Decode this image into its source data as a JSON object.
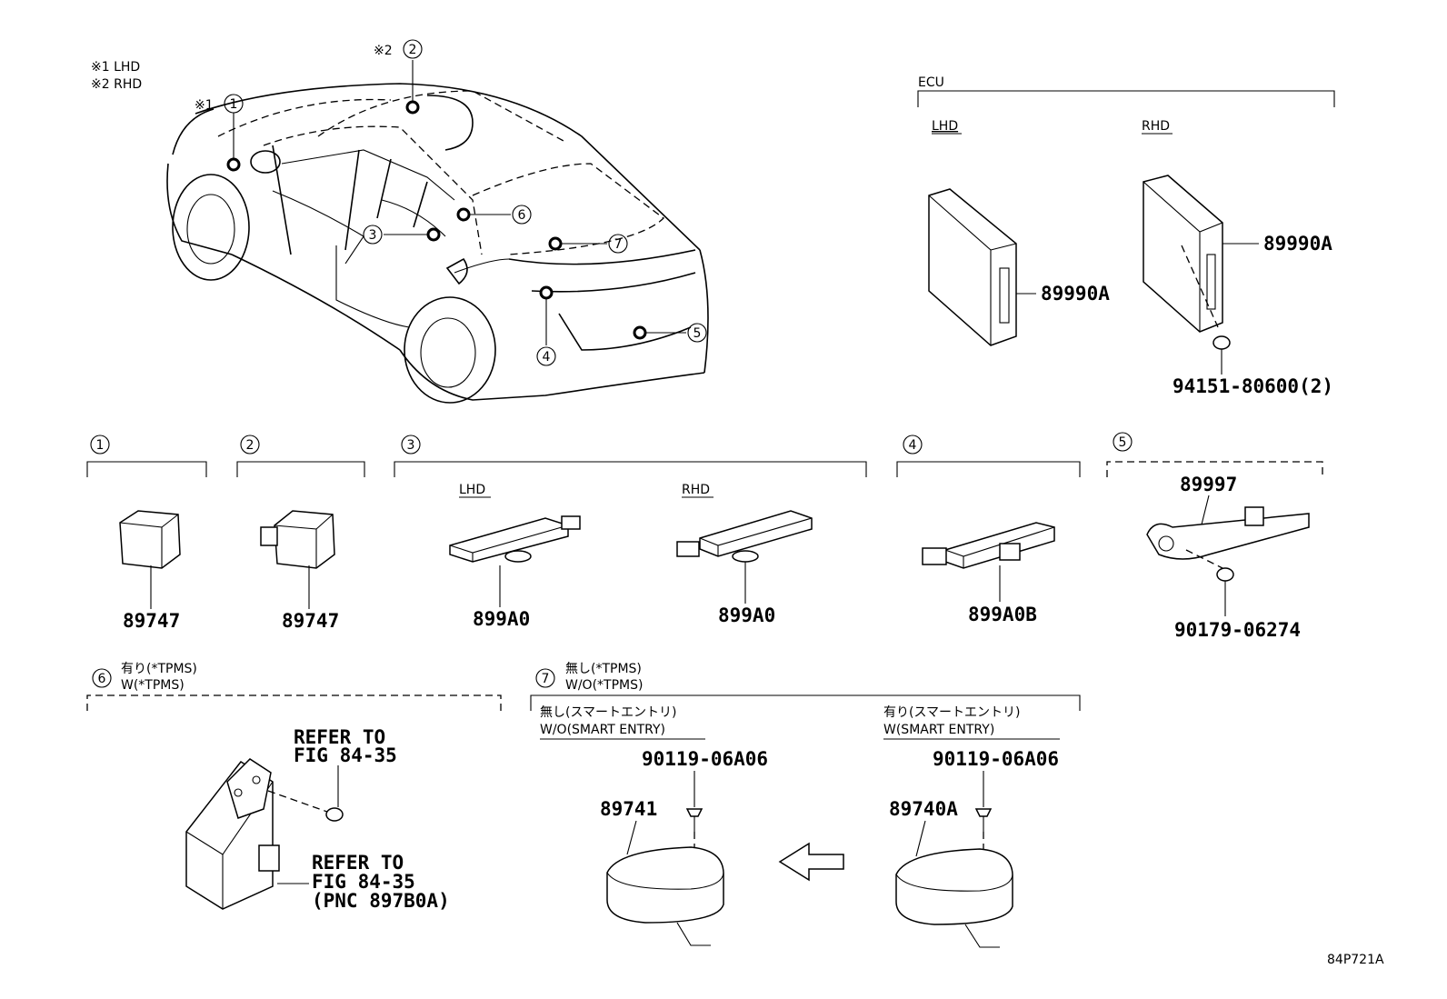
{
  "legend": {
    "lhd": "※1 LHD",
    "rhd": "※2 RHD",
    "mark1": "※1",
    "mark2": "※2"
  },
  "callouts": [
    "1",
    "2",
    "3",
    "4",
    "5",
    "6",
    "7"
  ],
  "ecu": {
    "title": "ECU",
    "lhd_label": "LHD",
    "rhd_label": "RHD",
    "part_lhd": "89990A",
    "part_rhd": "89990A",
    "screw": "94151-80600(2)"
  },
  "group1": {
    "part": "89747"
  },
  "group2": {
    "part": "89747"
  },
  "group3": {
    "lhd_label": "LHD",
    "rhd_label": "RHD",
    "part_lhd": "899A0",
    "part_rhd": "899A0"
  },
  "group4": {
    "part": "899A0B"
  },
  "group5": {
    "part": "89997",
    "screw": "90179-06274"
  },
  "group6": {
    "header_jp": "有り(*TPMS)",
    "header_en": "W(*TPMS)",
    "ref1_line1": "REFER TO",
    "ref1_line2": "FIG 84-35",
    "ref2_line1": "REFER TO",
    "ref2_line2": "FIG 84-35",
    "ref2_line3": "(PNC 897B0A)"
  },
  "group7": {
    "header_jp": "無し(*TPMS)",
    "header_en": "W/O(*TPMS)",
    "left_jp": "無し(スマートエントリ)",
    "left_en": "W/O(SMART ENTRY)",
    "right_jp": "有り(スマートエントリ)",
    "right_en": "W(SMART ENTRY)",
    "bolt_left": "90119-06A06",
    "bolt_right": "90119-06A06",
    "part_left": "89741",
    "part_right": "89740A"
  },
  "diagram_id": "84P721A"
}
